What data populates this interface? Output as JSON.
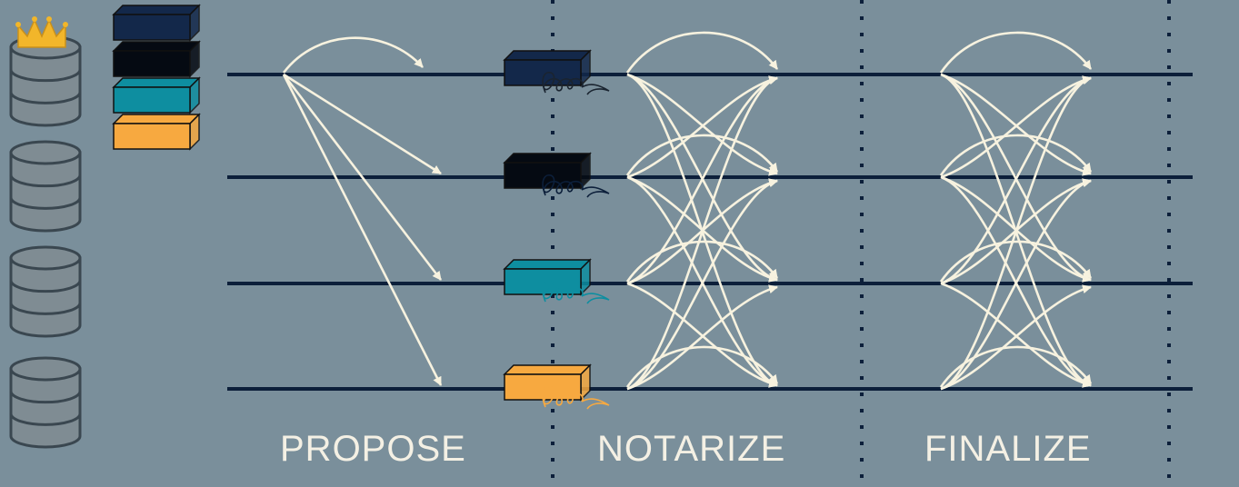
{
  "colors": {
    "background": "#7a8f9b",
    "line": "#0c1f3a",
    "arrow": "#f7f2df",
    "block_navy": "#13284a",
    "block_black": "#050a12",
    "block_teal": "#0e8ea0",
    "block_orange": "#f7a940",
    "crown": "#f2b62a",
    "db_fill": "#7f8c93",
    "db_stroke": "#3a4750"
  },
  "phases": [
    {
      "label": "PROPOSE"
    },
    {
      "label": "NOTARIZE"
    },
    {
      "label": "FINALIZE"
    }
  ],
  "nodes": [
    {
      "role": "leader",
      "block": "navy"
    },
    {
      "role": "validator",
      "block": "black"
    },
    {
      "role": "validator",
      "block": "teal"
    },
    {
      "role": "validator",
      "block": "orange"
    }
  ],
  "icons": {
    "leader_marker": "crown-icon",
    "node": "database-icon",
    "signature": "signature-icon"
  }
}
